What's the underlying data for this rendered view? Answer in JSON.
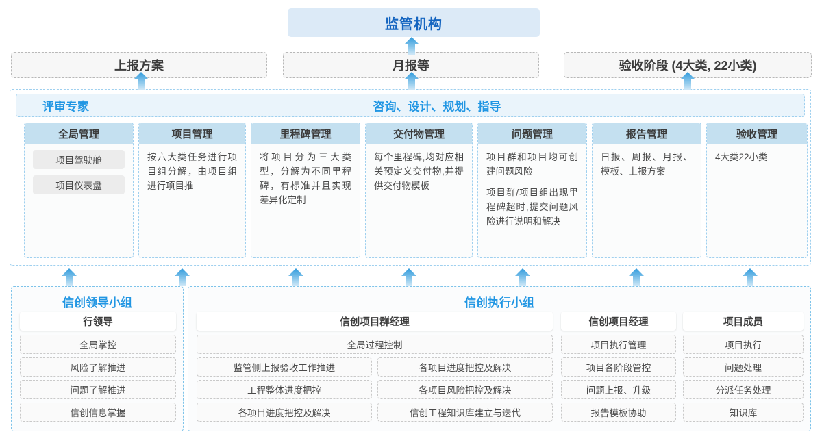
{
  "top": {
    "regulator": "监管机构",
    "reports": [
      "上报方案",
      "月报等",
      "验收阶段 (4大类, 22小类)"
    ]
  },
  "platform": {
    "header_left": "评审专家",
    "header_center": "咨询、设计、规划、指导",
    "modules": [
      {
        "title": "全局管理",
        "pills": [
          "项目驾驶舱",
          "项目仪表盘"
        ],
        "descriptions": []
      },
      {
        "title": "项目管理",
        "pills": [],
        "descriptions": [
          "按六大类任务进行项目组分解，由项目组进行项目推"
        ]
      },
      {
        "title": "里程碑管理",
        "pills": [],
        "descriptions": [
          "将项目分为三大类型，分解为不同里程碑，有标准并且实现差异化定制"
        ]
      },
      {
        "title": "交付物管理",
        "pills": [],
        "descriptions": [
          "每个里程碑,均对应相关预定义交付物,并提供交付物模板"
        ]
      },
      {
        "title": "问题管理",
        "pills": [],
        "descriptions": [
          "项目群和项目均可创建问题风险",
          "项目群/项目组出现里程碑超时,提交问题风险进行说明和解决"
        ]
      },
      {
        "title": "报告管理",
        "pills": [],
        "descriptions": [
          "日报、周报、月报、模板、上报方案"
        ]
      },
      {
        "title": "验收管理",
        "pills": [],
        "descriptions": [
          "4大类22小类"
        ]
      }
    ]
  },
  "org": {
    "leader_group": {
      "title": "信创领导小组",
      "role": "行领导",
      "items": [
        "全局掌控",
        "风险了解推进",
        "问题了解推进",
        "信创信息掌握"
      ]
    },
    "execution_group": {
      "title": "信创执行小组",
      "program_manager": {
        "role": "信创项目群经理",
        "full_item": "全局过程控制",
        "left_items": [
          "监管侧上报验收工作推进",
          "工程整体进度把控",
          "各项目进度把控及解决"
        ],
        "right_items": [
          "各项目进度把控及解决",
          "各项目风险把控及解决",
          "信创工程知识库建立与迭代"
        ]
      },
      "project_manager": {
        "role": "信创项目经理",
        "items": [
          "项目执行管理",
          "项目各阶段管控",
          "问题上报、升级",
          "报告模板协助"
        ]
      },
      "project_member": {
        "role": "项目成员",
        "items": [
          "项目执行",
          "问题处理",
          "分派任务处理",
          "知识库"
        ]
      }
    }
  },
  "colors": {
    "accent_blue": "#2196e3",
    "regulator_bg": "#dceaf7",
    "module_header_bg": "#c4e0f0",
    "dashed_gray": "#b8b8b8",
    "dashed_blue": "#9fd0ef",
    "arrow_blue": "#3aa3e0"
  },
  "arrows": {
    "to_reports_count": 3,
    "to_platform_count": 7
  }
}
